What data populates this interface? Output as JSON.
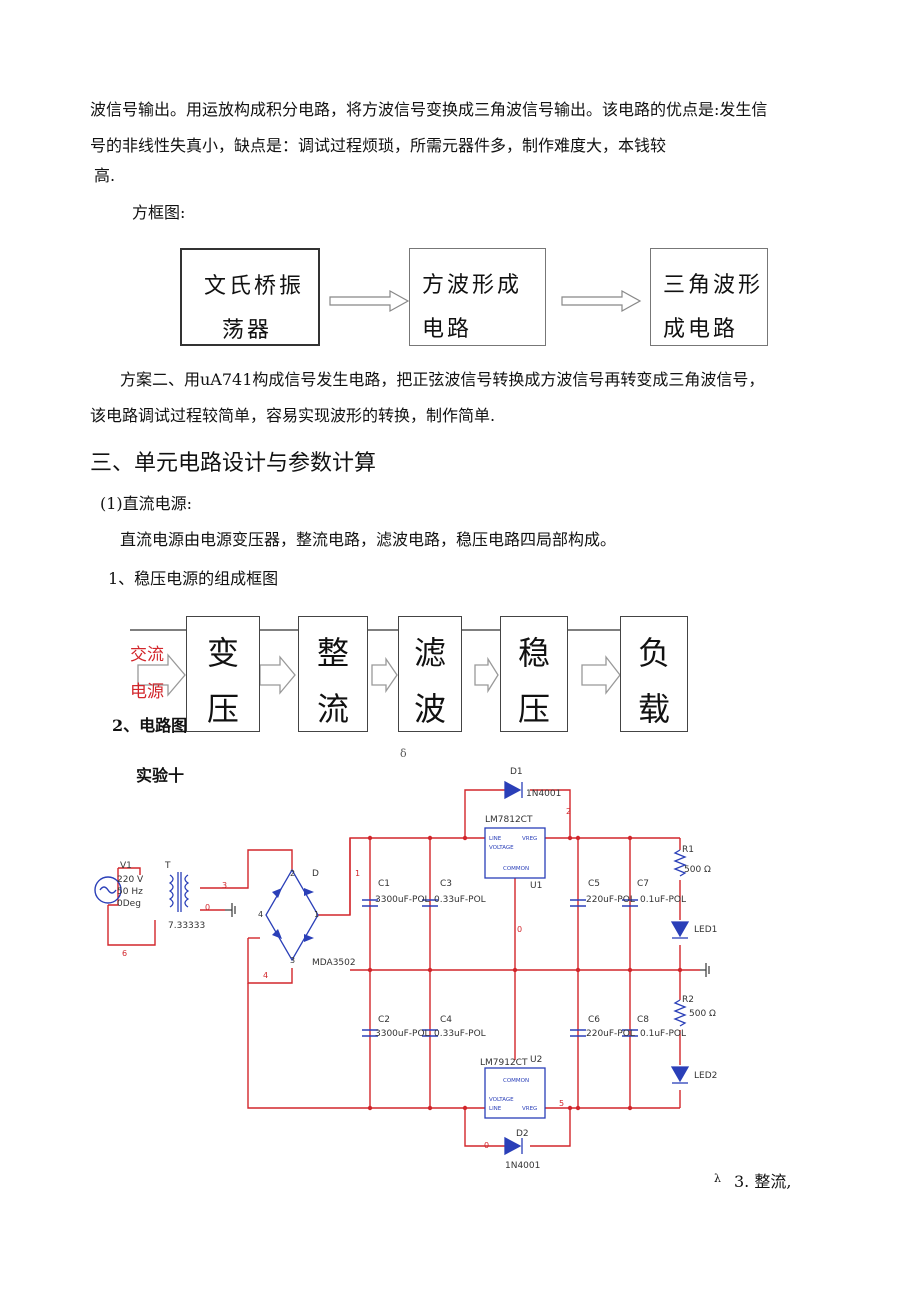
{
  "intro": {
    "line1": "波信号输出。用运放构成积分电路，将方波信号变换成三角波信号输出。该电路的优点是:发生信",
    "line2": "号的非线性失真小，缺点是：调试过程烦琐，所需元器件多，制作难度大，本钱较",
    "line3": "高."
  },
  "block1": {
    "title": "方框图:",
    "box1_line1": "文氏桥振",
    "box1_line2": "荡器",
    "box2_line1": "方波形成",
    "box2_line2": "电路",
    "box3_line1": "三角波形",
    "box3_line2": "成电路"
  },
  "plan2": {
    "line1": "方案二、用uA741构成信号发生电路，把正弦波信号转换成方波信号再转变成三角波信号，",
    "line2": "该电路调试过程较简单，容易实现波形的转换，制作简单."
  },
  "section3": {
    "heading": "三、单元电路设计与参数计算",
    "sub1": "(1)直流电源:",
    "desc": "直流电源由电源变压器，整流电路，滤波电路，稳压电路四局部构成。",
    "item1": "1、稳压电源的组成框图"
  },
  "block2": {
    "input_line1": "交流",
    "input_line2": "电源",
    "b1a": "变",
    "b1b": "压",
    "b2a": "整",
    "b2b": "流",
    "b3a": "滤",
    "b3b": "波",
    "b4a": "稳",
    "b4b": "压",
    "b5a": "负",
    "b5b": "载"
  },
  "item2": "2、电路图",
  "small_mark": "δ",
  "experiment": "实验十",
  "circuit": {
    "V1": "V1",
    "v1_v": "220 V",
    "v1_f": "50 Hz",
    "v1_p": "0Deg",
    "T": "T",
    "ratio": "7.33333",
    "D": "D",
    "bridge": "MDA3502",
    "D1": "D1",
    "D1m": "1N4001",
    "D2": "D2",
    "D2m": "1N4001",
    "U1m": "LM7812CT",
    "U1": "U1",
    "U2m": "LM7912CT",
    "U2": "U2",
    "line": "LINE",
    "voltage": "VOLTAGE",
    "vreg": "VREG",
    "common": "COMMON",
    "C1": "C1",
    "C1v": "3300uF-POL",
    "C2": "C2",
    "C2v": "3300uF-POL",
    "C3": "C3",
    "C3v": "0.33uF-POL",
    "C4": "C4",
    "C4v": "0.33uF-POL",
    "C5": "C5",
    "C5v": "220uF-POL",
    "C6": "C6",
    "C6v": "220uF-POL",
    "C7": "C7",
    "C7v": "0.1uF-POL",
    "C8": "C8",
    "C8v": "0.1uF-POL",
    "R1": "R1",
    "R1v": "500 Ω",
    "R2": "R2",
    "R2v": "500 Ω",
    "LED1": "LED1",
    "LED2": "LED2",
    "n1": "1",
    "n2": "2",
    "n3": "3",
    "n4": "4",
    "n5": "5",
    "n6": "6",
    "n0": "0"
  },
  "footer": {
    "lambda": "λ",
    "text": "3. 整流,"
  }
}
